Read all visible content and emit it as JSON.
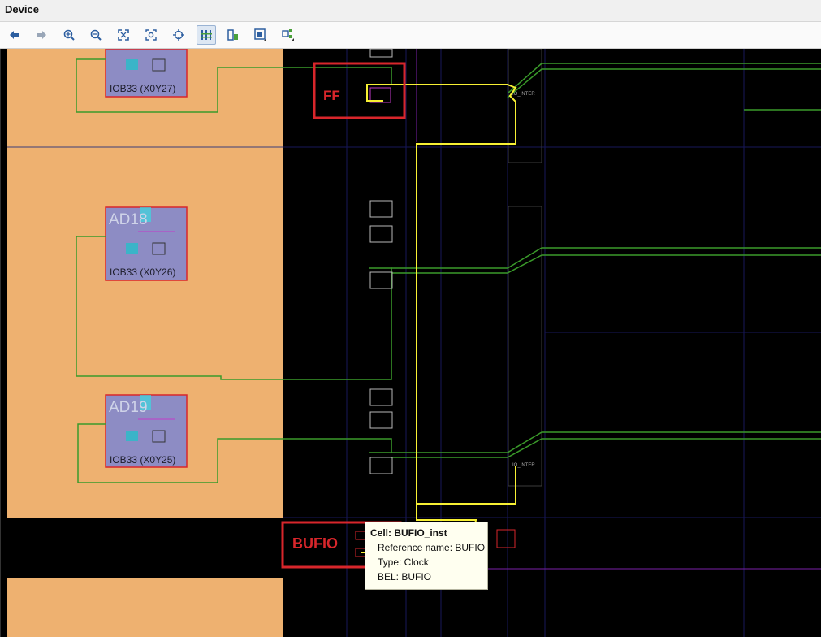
{
  "window": {
    "title": "Device"
  },
  "toolbar": {
    "buttons": [
      {
        "name": "back-button",
        "icon": "arrow-left-icon"
      },
      {
        "name": "forward-button",
        "icon": "arrow-right-icon"
      },
      {
        "name": "zoom-in-button",
        "icon": "zoom-in-icon"
      },
      {
        "name": "zoom-out-button",
        "icon": "zoom-out-icon"
      },
      {
        "name": "zoom-fit-button",
        "icon": "fit-icon"
      },
      {
        "name": "zoom-selected-button",
        "icon": "zoom-selected-icon"
      },
      {
        "name": "autofit-selection-button",
        "icon": "crosshair-icon"
      },
      {
        "name": "routing-resources-button",
        "icon": "routing-icon",
        "active": true
      },
      {
        "name": "reports-button",
        "icon": "report-icon"
      },
      {
        "name": "draw-pblock-button",
        "icon": "pblock-icon"
      },
      {
        "name": "settings-button",
        "icon": "settings-icon"
      }
    ]
  },
  "device": {
    "pads": [
      {
        "name": "",
        "site": "IOB33 (X0Y27)"
      },
      {
        "name": "AD18",
        "site": "IOB33 (X0Y26)"
      },
      {
        "name": "AD19",
        "site": "IOB33 (X0Y25)"
      }
    ],
    "interconnect_labels": [
      "IO_INTER",
      "IO_INTER"
    ],
    "callouts": {
      "ff": "FF",
      "bufio": "BUFIO"
    },
    "colors": {
      "io_bank": "#eeb170",
      "selected_net": "#f7f033",
      "nets": "#3a9a2a",
      "callout": "#d8262b",
      "bank_border": "#7a7a9a"
    }
  },
  "tooltip": {
    "cell": "Cell: BUFIO_inst",
    "reference": "Reference name: BUFIO",
    "type": "Type: Clock",
    "bel": "BEL: BUFIO"
  }
}
